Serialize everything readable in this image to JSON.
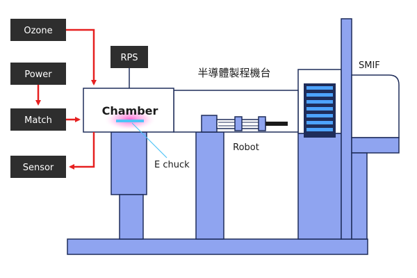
{
  "labels": {
    "ozone": "Ozone",
    "power": "Power",
    "match": "Match",
    "sensor": "Sensor",
    "rps": "RPS",
    "chamber": "Chamber",
    "echuck": "E chuck",
    "robot": "Robot",
    "smif": "SMIF",
    "platform_title": "半導體製程機台"
  },
  "colors": {
    "machine_fill": "#8fa4f0",
    "machine_stroke": "#1f2d5a",
    "dark_box": "#2e2e2e",
    "arrow": "#e62020",
    "plasma": "#ff5fd0",
    "echuck_line": "#4fc3f7",
    "slots": "#4da3ff"
  },
  "icons": {
    "arrows": "red-arrow"
  }
}
